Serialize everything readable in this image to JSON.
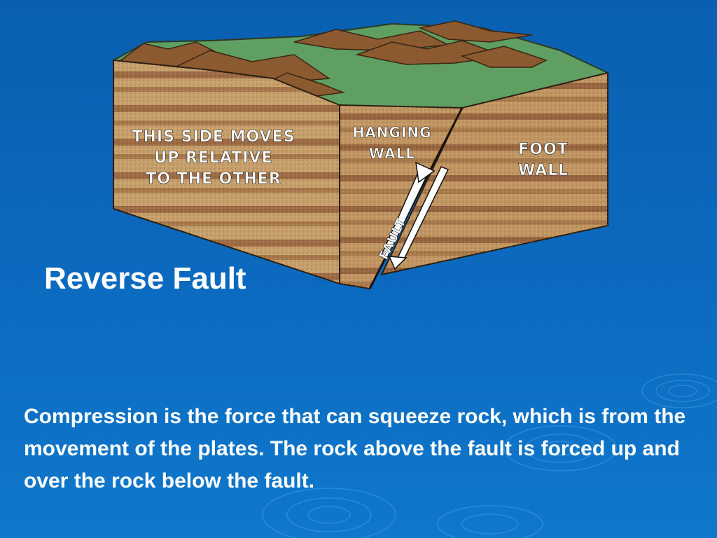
{
  "slide": {
    "title": "Reverse Fault",
    "body": "Compression is the force that can squeeze rock, which is from the movement of the plates. The rock above the fault is forced up and over the rock below the fault."
  },
  "diagram": {
    "labels": {
      "side_line1": "THIS SIDE MOVES",
      "side_line2": "UP RELATIVE",
      "side_line3": "TO THE OTHER",
      "hanging_line1": "HANGING",
      "hanging_line2": "WALL",
      "foot_line1": "FOOT",
      "foot_line2": "WALL",
      "fault": "FAULT"
    }
  },
  "colors": {
    "background": "#0b67bc",
    "rock_light": "#c49a68",
    "rock_dark": "#9c6a42",
    "grass": "#5e9e5e",
    "mountain": "#8a5a30",
    "text": "#ffffff"
  }
}
